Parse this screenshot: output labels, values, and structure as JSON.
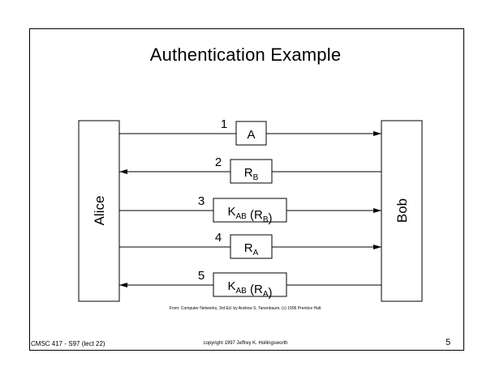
{
  "slide": {
    "title": "Authentication Example",
    "credit": "From: Computer Networks, 3rd Ed. by Andrew S. Tanenbaum, (c) 1996 Prentice Hall.",
    "footer_left": "CMSC 417 - S97  (lect 22)",
    "footer_center": "copyright 1997  Jeffrey K. Hollingsworth",
    "page_number": "5"
  },
  "diagram": {
    "left_party": "Alice",
    "right_party": "Bob",
    "messages": [
      {
        "number": "1",
        "direction": "to-bob",
        "key": "",
        "key_sub": "",
        "value": "A",
        "value_sub": ""
      },
      {
        "number": "2",
        "direction": "to-alice",
        "key": "",
        "key_sub": "",
        "value": "R",
        "value_sub": "B"
      },
      {
        "number": "3",
        "direction": "to-bob",
        "key": "K",
        "key_sub": "AB",
        "value": "R",
        "value_sub": "B"
      },
      {
        "number": "4",
        "direction": "to-bob",
        "key": "",
        "key_sub": "",
        "value": "R",
        "value_sub": "A"
      },
      {
        "number": "5",
        "direction": "to-alice",
        "key": "K",
        "key_sub": "AB",
        "value": "R",
        "value_sub": "A"
      }
    ]
  }
}
